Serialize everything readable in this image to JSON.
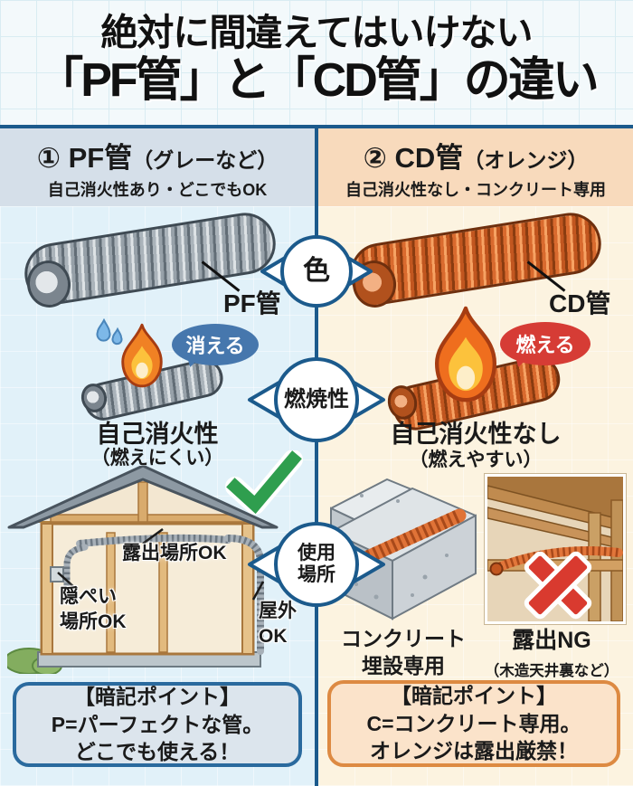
{
  "title": {
    "line1": "絶対に間違えてはいけない",
    "line2": "「PF管」と「CD管」の違い"
  },
  "axis": {
    "color": "色",
    "flammability": "燃焼性",
    "usage_line1": "使用",
    "usage_line2": "場所"
  },
  "left": {
    "header_main": "① PF管",
    "header_paren": "（グレーなど）",
    "subheader": "自己消火性あり・どこでもOK",
    "pipe_label": "PF管",
    "flame_badge": "消える",
    "flame_caption1": "自己消火性",
    "flame_caption2": "（燃えにくい）",
    "house_labels": {
      "exposed": "露出場所OK",
      "concealed_line1": "隠ぺい",
      "concealed_line2": "場所OK",
      "outdoor_line1": "屋外",
      "outdoor_line2": "OK"
    },
    "memo_title": "【暗記ポイント】",
    "memo_line1": "P=パーフェクトな管。",
    "memo_line2": "どこでも使える！"
  },
  "right": {
    "header_main": "② CD管",
    "header_paren": "（オレンジ）",
    "subheader": "自己消火性なし・コンクリート専用",
    "pipe_label": "CD管",
    "flame_badge": "燃える",
    "flame_caption1": "自己消火性なし",
    "flame_caption2": "（燃えやすい）",
    "usage_labels": {
      "concrete_line1": "コンクリート",
      "concrete_line2": "埋設専用",
      "ng": "露出NG",
      "ng_sub": "（木造天井裏など）"
    },
    "memo_title": "【暗記ポイント】",
    "memo_line1": "C=コンクリート専用。",
    "memo_line2": "オレンジは露出厳禁！"
  },
  "colors": {
    "frame_blue": "#1b5a8c",
    "pf_gray": "#9aa3ab",
    "cd_orange": "#e07337",
    "ok_green": "#2f9e4e",
    "ng_red": "#d93a2f",
    "bubble_blue": "#4677ad",
    "bubble_red": "#d63c35"
  }
}
